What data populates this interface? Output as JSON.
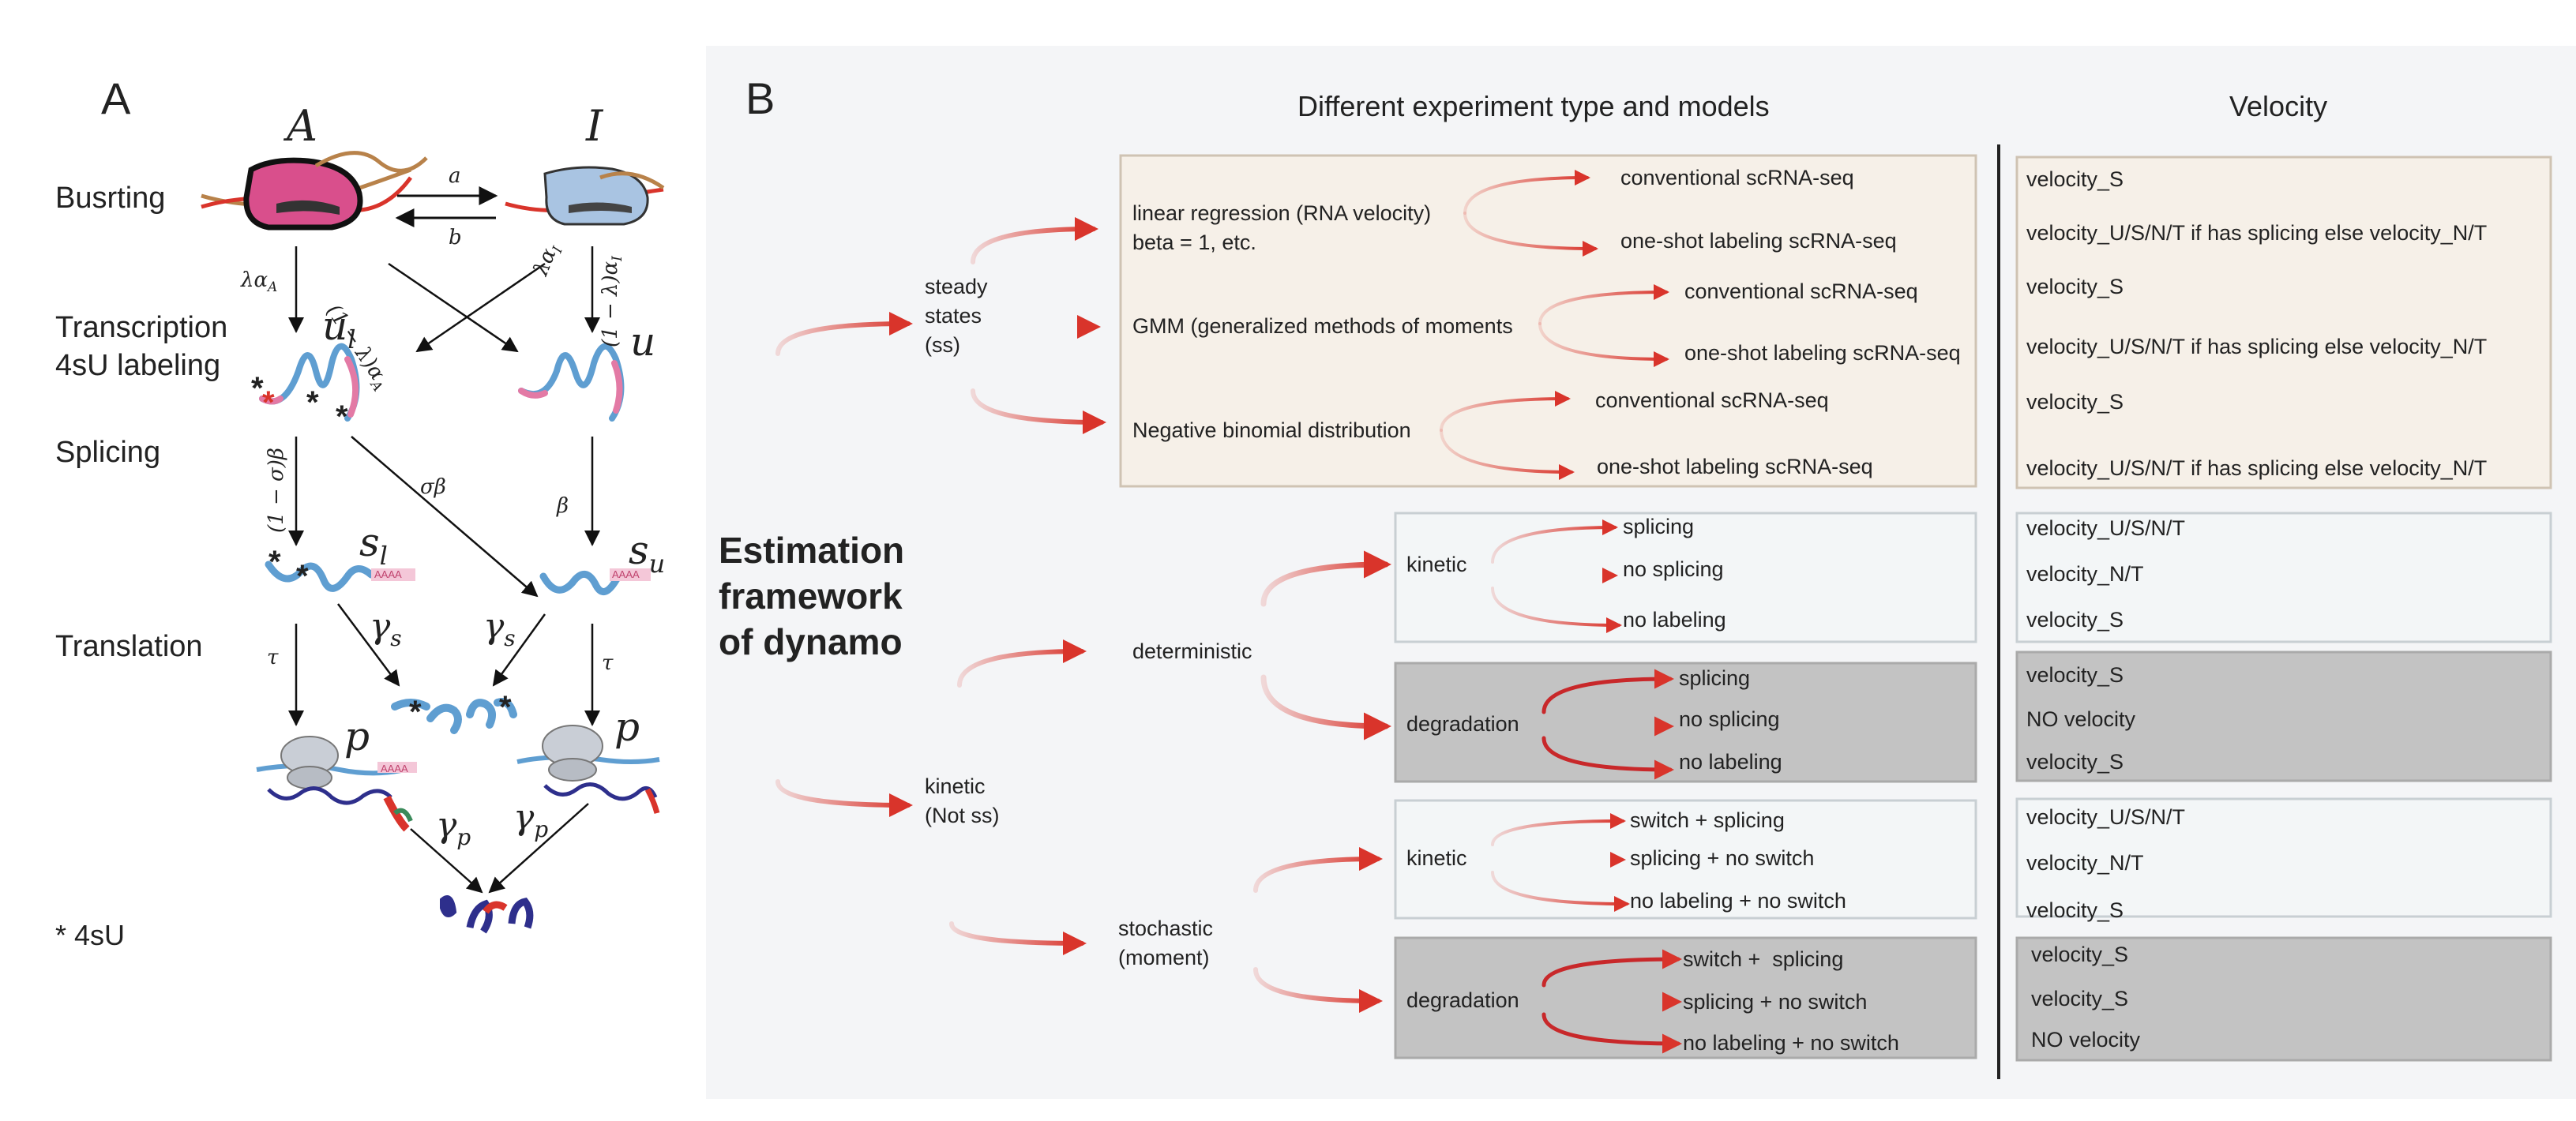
{
  "panelA": {
    "label": "A",
    "state_active": "A",
    "state_inactive": "I",
    "rate_a": "a",
    "rate_b": "b",
    "stage_labels": [
      "Busrting",
      "Transcription",
      "4sU labeling",
      "Splicing",
      "Translation"
    ],
    "rate_lambda_alpha_A": "λα",
    "rate_lambda_alpha_A_sub": "A",
    "rate_one_minus_lambda_alpha_A": "(1 − λ)α",
    "rate_one_minus_lambda_alpha_A_sub": "A",
    "rate_lambda_alpha_I": "λα",
    "rate_lambda_alpha_I_sub": "I",
    "rate_one_minus_lambda_alpha_I": "(1 − λ)α",
    "rate_one_minus_lambda_alpha_I_sub": "I",
    "var_u": "u",
    "var_u_sub": "l",
    "var_u2": "u",
    "rate_one_minus_sigma_beta": "(1 − σ)β",
    "rate_sigma_beta": "σβ",
    "rate_beta": "β",
    "var_s": "s",
    "var_s_l_sub": "l",
    "var_s_u_sub": "u",
    "rate_tau": "τ",
    "rate_gamma": "γ",
    "rate_gamma_s_sub": "s",
    "var_p": "p",
    "rate_gamma_p_sub": "p",
    "polyA": "AAAA",
    "footnote": "* 4sU"
  },
  "panelB": {
    "label": "B",
    "header_models": "Different experiment type and models",
    "header_velocity": "Velocity",
    "framework_title": [
      "Estimation",
      "framework",
      "of dynamo"
    ],
    "steady_states": [
      "steady",
      "states",
      "(ss)"
    ],
    "kinetic": [
      "kinetic",
      "(Not ss)"
    ],
    "deterministic": "deterministic",
    "stochastic": [
      "stochastic",
      "(moment)"
    ],
    "ss_methods": [
      {
        "name": [
          "linear regression (RNA velocity)",
          "beta = 1, etc."
        ],
        "leaves": [
          "conventional scRNA-seq",
          "one-shot labeling scRNA-seq"
        ]
      },
      {
        "name": [
          "GMM (generalized methods of moments"
        ],
        "leaves": [
          "conventional scRNA-seq",
          "one-shot labeling scRNA-seq"
        ]
      },
      {
        "name": [
          "Negative binomial distribution"
        ],
        "leaves": [
          "conventional scRNA-seq",
          "one-shot labeling scRNA-seq"
        ]
      }
    ],
    "det_kinetic": {
      "label": "kinetic",
      "leaves": [
        "splicing",
        "no splicing",
        "no labeling"
      ]
    },
    "det_degradation": {
      "label": "degradation",
      "leaves": [
        "splicing",
        "no splicing",
        "no labeling"
      ]
    },
    "sto_kinetic": {
      "label": "kinetic",
      "leaves": [
        "switch + splicing",
        "splicing + no switch",
        "no labeling + no switch"
      ]
    },
    "sto_degradation": {
      "label": "degradation",
      "leaves": [
        "switch +  splicing",
        "splicing + no switch",
        "no labeling + no switch"
      ]
    },
    "velocity_ss": [
      "velocity_S",
      "velocity_U/S/N/T if has splicing else velocity_N/T",
      "velocity_S",
      "velocity_U/S/N/T if has splicing else velocity_N/T",
      "velocity_S",
      "velocity_U/S/N/T if has splicing else velocity_N/T"
    ],
    "velocity_det_kinetic": [
      "velocity_U/S/N/T",
      "velocity_N/T",
      "velocity_S"
    ],
    "velocity_det_degradation": [
      "velocity_S",
      "NO velocity",
      "velocity_S"
    ],
    "velocity_sto_kinetic": [
      "velocity_U/S/N/T",
      "velocity_N/T",
      "velocity_S"
    ],
    "velocity_sto_degradation": [
      "velocity_S",
      "velocity_S",
      "NO velocity"
    ]
  },
  "colors": {
    "panel_bg": "#f4f5f7",
    "ss_box": "#f6f0e8",
    "kinetic_box": "#f3f6f7",
    "degradation_box": "#c3c3c3",
    "arrow_red": "#d9342b",
    "cell_pink": "#d94f8c",
    "cell_blue": "#a9c4e2",
    "rna_blue": "#5f9ed1",
    "rna_pink": "#e37aa5",
    "protein_navy": "#2e2f8c"
  }
}
